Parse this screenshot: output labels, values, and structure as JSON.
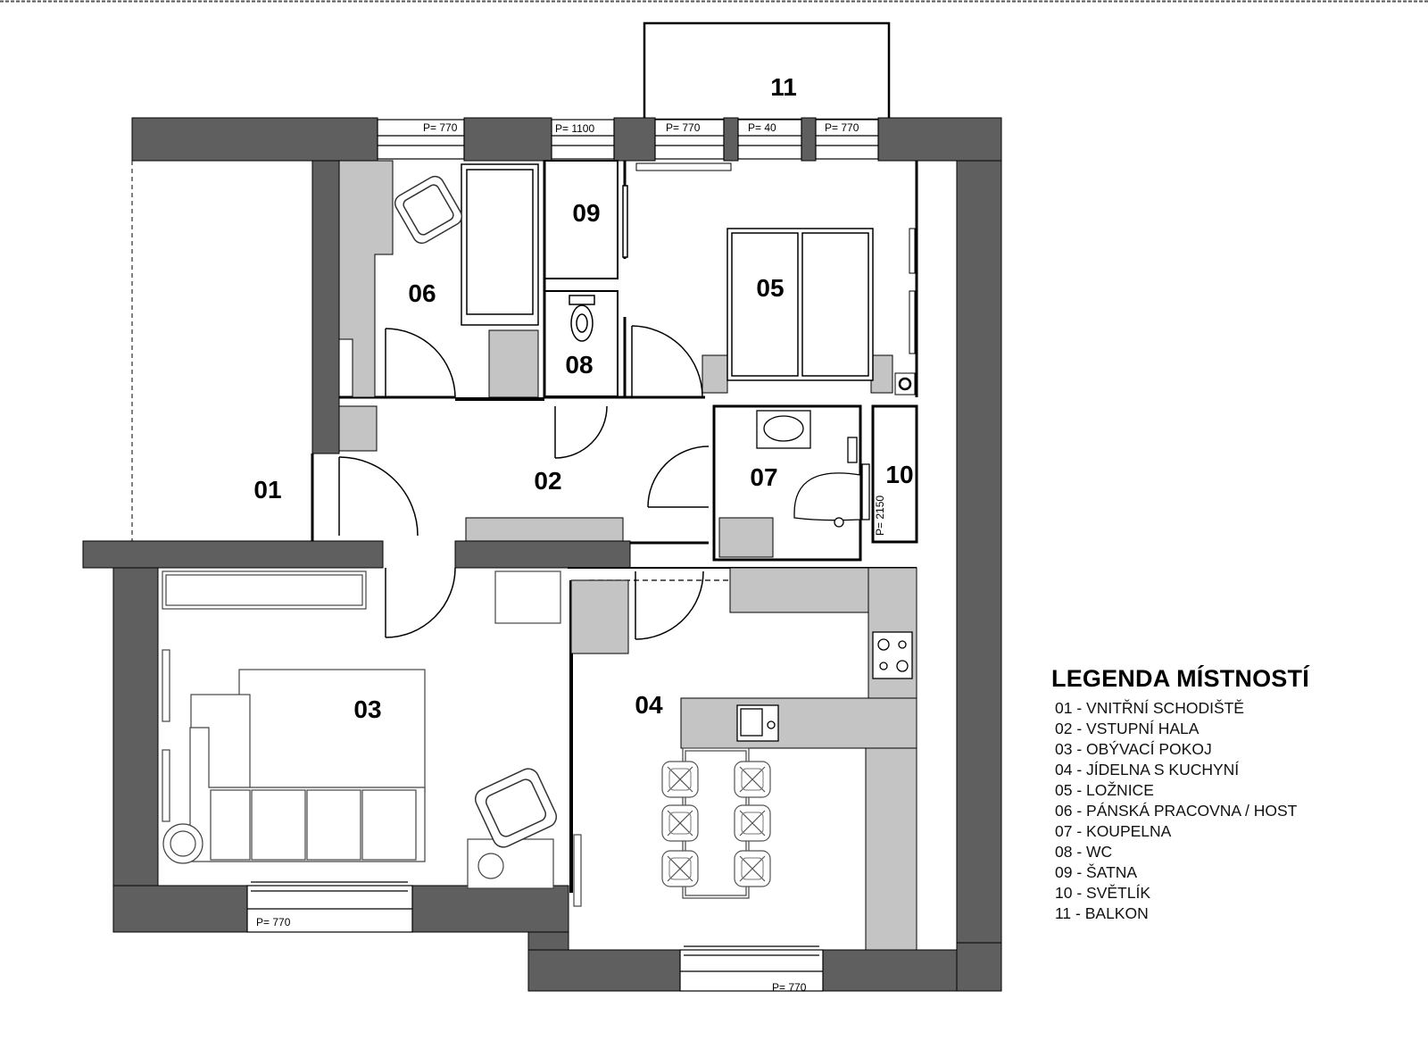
{
  "rooms": [
    {
      "id": "01",
      "name": "VNITŘNÍ SCHODIŠTĚ"
    },
    {
      "id": "02",
      "name": "VSTUPNÍ HALA"
    },
    {
      "id": "03",
      "name": "OBÝVACÍ POKOJ"
    },
    {
      "id": "04",
      "name": "JÍDELNA S KUCHYNÍ"
    },
    {
      "id": "05",
      "name": "LOŽNICE"
    },
    {
      "id": "06",
      "name": "PÁNSKÁ PRACOVNA / HOST"
    },
    {
      "id": "07",
      "name": "KOUPELNA"
    },
    {
      "id": "08",
      "name": "WC"
    },
    {
      "id": "09",
      "name": "ŠATNA"
    },
    {
      "id": "10",
      "name": "SVĚTLÍK"
    },
    {
      "id": "11",
      "name": "BALKON"
    }
  ],
  "window_sills": [
    "P= 770",
    "P= 1100",
    "P= 770",
    "P= 40",
    "P= 770",
    "P= 770",
    "P= 770",
    "P= 2150"
  ],
  "legend": {
    "title": "LEGENDA MÍSTNOSTÍ",
    "items": [
      "01 - VNITŘNÍ SCHODIŠTĚ",
      "02 - VSTUPNÍ HALA",
      "03 - OBÝVACÍ POKOJ",
      "04 - JÍDELNA S KUCHYNÍ",
      "05 - LOŽNICE",
      "06 - PÁNSKÁ PRACOVNA / HOST",
      "07 - KOUPELNA",
      "08 - WC",
      "09 - ŠATNA",
      "10 - SVĚTLÍK",
      "11 - BALKON"
    ]
  },
  "colors": {
    "wall": "#5f5f5f",
    "furniture": "#c4c4c4",
    "line": "#000000"
  }
}
